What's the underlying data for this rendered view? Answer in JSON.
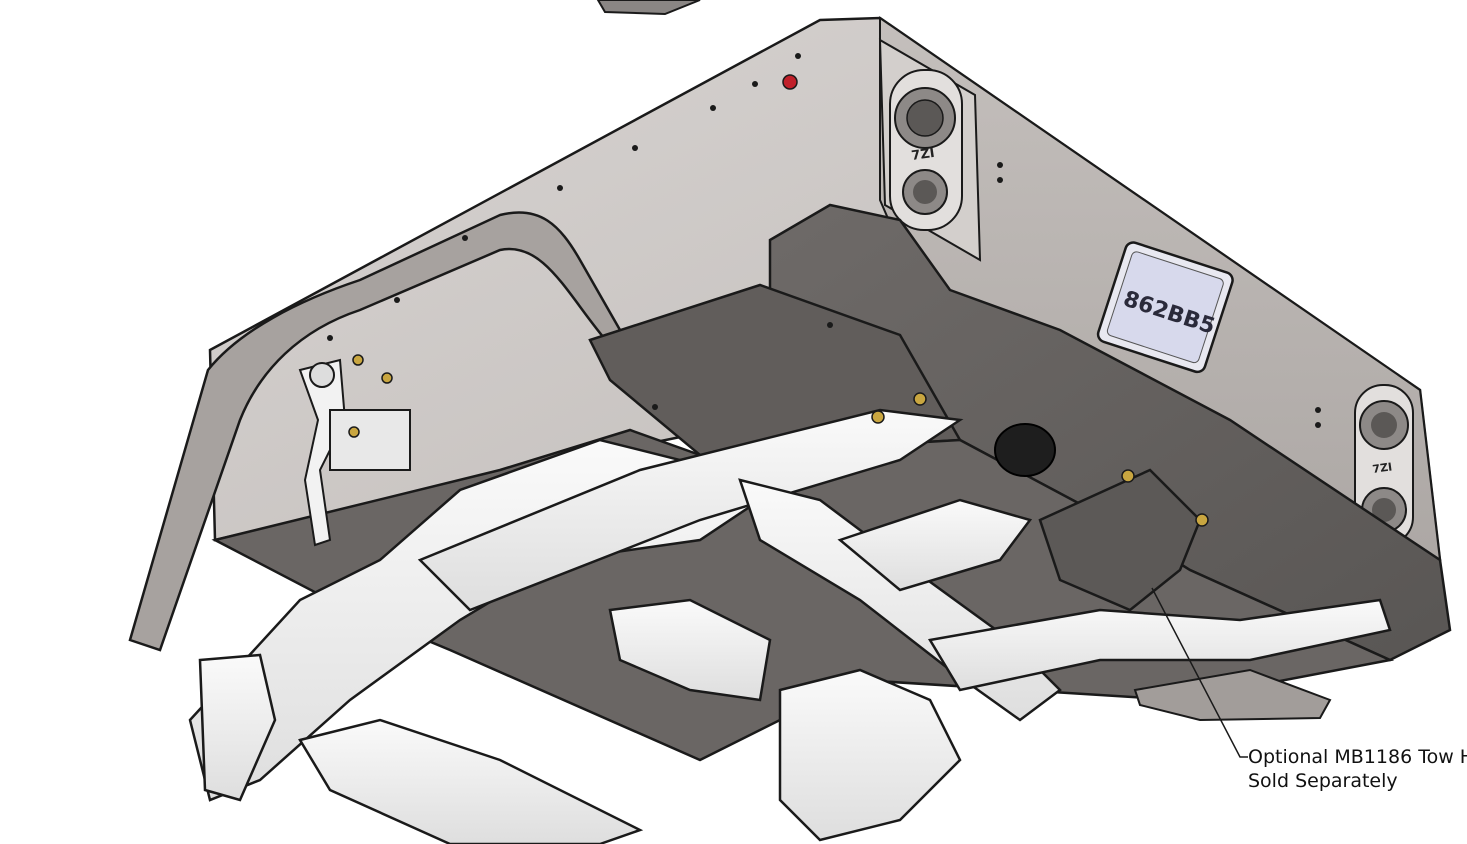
{
  "callout": {
    "line1": "Optional MB1186 Tow H",
    "line2": "Sold Separately"
  },
  "plate": {
    "number": "862BB5"
  },
  "badges": [
    "7ZI",
    "7ZI"
  ],
  "colors": {
    "panel_light": "#c9c5c3",
    "panel_mid": "#b3aeab",
    "panel_dark": "#6e6a68",
    "skid_dark": "#5f5c5a",
    "frame_white": "#f4f4f4",
    "outline": "#1a1a1a",
    "accent_red": "#c0202a",
    "bolt_gold": "#c9a640"
  }
}
